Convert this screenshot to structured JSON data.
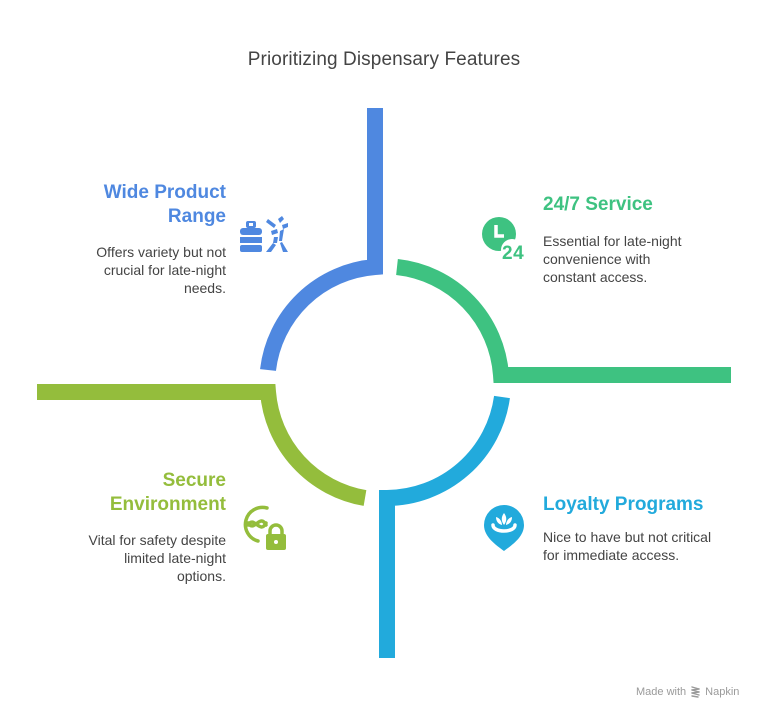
{
  "title": "Prioritizing Dispensary Features",
  "colors": {
    "blue": "#4f88e0",
    "green": "#3ec281",
    "lime": "#94bd3c",
    "cyan": "#22aadc",
    "text": "#444444"
  },
  "quadrants": [
    {
      "id": "wide-product-range",
      "heading_line1": "Wide Product",
      "heading_line2": "Range",
      "desc_line1": "Offers variety but not",
      "desc_line2": "crucial for late-night",
      "desc_line3": "needs.",
      "icon": "gas-canister-and-plant-icon",
      "color": "#4f88e0"
    },
    {
      "id": "24-7-service",
      "heading_line1": "24/7 Service",
      "desc_line1": "Essential for late-night",
      "desc_line2": "convenience with",
      "desc_line3": "constant access.",
      "icon": "clock-24-icon",
      "icon_text": "24",
      "color": "#3ec281"
    },
    {
      "id": "secure-environment",
      "heading_line1": "Secure",
      "heading_line2": "Environment",
      "desc_line1": "Vital for safety despite",
      "desc_line2": "limited late-night",
      "desc_line3": "options.",
      "icon": "dna-lock-icon",
      "color": "#94bd3c"
    },
    {
      "id": "loyalty-programs",
      "heading_line1": "Loyalty Programs",
      "desc_line1": "Nice to have but not critical",
      "desc_line2": "for immediate access.",
      "icon": "location-pin-lotus-icon",
      "color": "#22aadc"
    }
  ],
  "footer": {
    "made_with": "Made with",
    "brand": "Napkin"
  }
}
